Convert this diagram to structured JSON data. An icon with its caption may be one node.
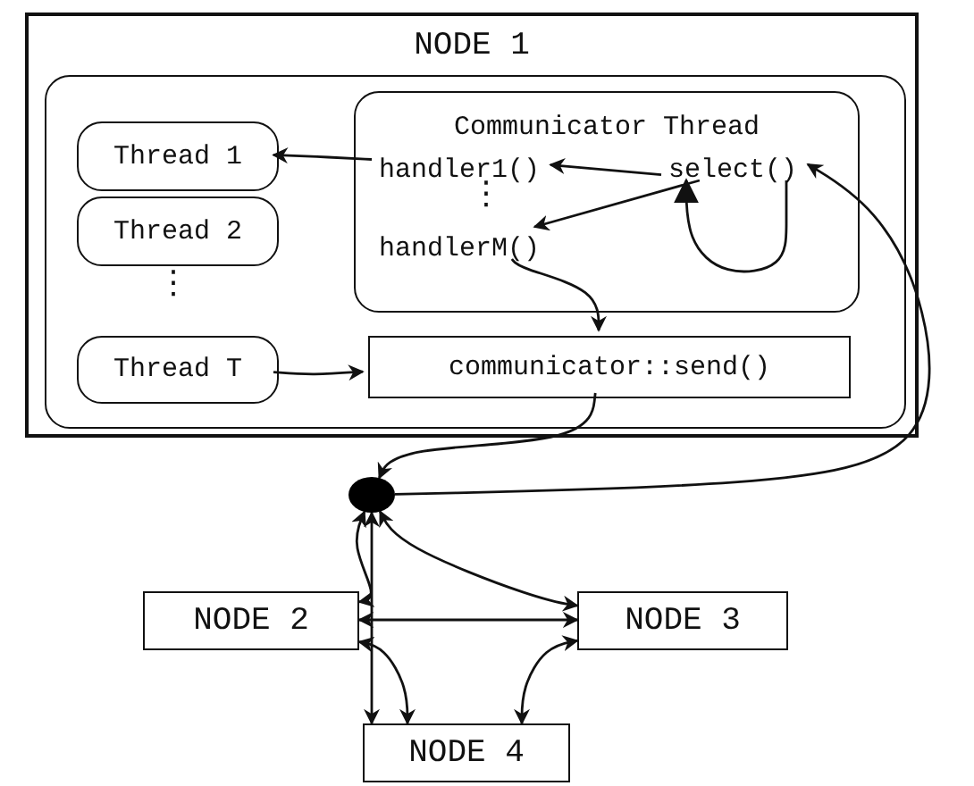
{
  "diagram": {
    "nodes": [
      {
        "text": [
          "NODE 1"
        ]
      },
      {
        "text": [],
        "shape": "box",
        "in": 0
      },
      {
        "text": [
          "Thread 1"
        ],
        "in": 1
      },
      {
        "text": [
          "Thread 2"
        ],
        "in": 1
      },
      {
        "text": [
          "Thread T"
        ],
        "in": 1
      },
      {
        "text": [
          "Communicator Thread"
        ],
        "in": 1
      },
      {
        "text": [
          "handler1()"
        ],
        "in": 5
      },
      {
        "text": [
          "select()"
        ],
        "in": 5
      },
      {
        "text": [
          "handlerM()"
        ],
        "in": 5
      },
      {
        "text": [
          "communicator::send()"
        ],
        "in": 1
      },
      {
        "text": [],
        "shape": "circle"
      },
      {
        "text": [
          "NODE 2"
        ]
      },
      {
        "text": [
          "NODE 3"
        ]
      },
      {
        "text": [
          "NODE 4"
        ]
      }
    ],
    "edges": [
      {
        "from": 6,
        "to": 2,
        "arrow": "to"
      },
      {
        "from": 7,
        "to": 6,
        "arrow": "to"
      },
      {
        "from": 7,
        "to": 8,
        "arrow": "to"
      },
      {
        "from": 7,
        "to": 7,
        "arrow": "to"
      },
      {
        "from": 8,
        "to": 9,
        "arrow": "to"
      },
      {
        "from": 4,
        "to": 9,
        "arrow": "to"
      },
      {
        "from": 9,
        "to": 10,
        "arrow": "to"
      },
      {
        "from": 10,
        "to": 7,
        "arrow": "to"
      },
      {
        "from": 10,
        "to": 11,
        "arrow": "both"
      },
      {
        "from": 10,
        "to": 13,
        "arrow": "both"
      },
      {
        "from": 10,
        "to": 12,
        "arrow": "both"
      },
      {
        "from": 11,
        "to": 12,
        "arrow": "both"
      },
      {
        "from": 11,
        "to": 13,
        "arrow": "both"
      },
      {
        "from": 12,
        "to": 13,
        "arrow": "both"
      }
    ],
    "labels": [
      "⋮",
      "⋮"
    ]
  }
}
